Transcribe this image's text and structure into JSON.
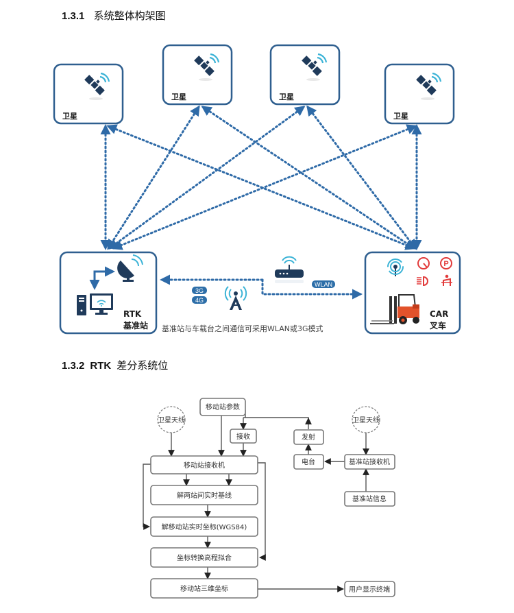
{
  "section1": {
    "number": "1.3.1",
    "title": "系统整体构架图",
    "satellites": [
      {
        "label": "卫星"
      },
      {
        "label": "卫星"
      },
      {
        "label": "卫星"
      },
      {
        "label": "卫星"
      }
    ],
    "base_station": {
      "line1": "RTK",
      "line2": "基准站"
    },
    "vehicle": {
      "line1": "CAR",
      "line2": "叉车"
    },
    "network_badges": [
      "3G",
      "4G"
    ],
    "wlan_badge": "WLAN",
    "caption": "基准站与车载台之间通信可采用WLAN或3G模式",
    "colors": {
      "accent": "#2d6ea8",
      "box_border": "#2f5f8f",
      "warning": "#e23b3b",
      "signal": "#3bb3d6"
    }
  },
  "section2": {
    "number": "1.3.2",
    "title_prefix": "RTK",
    "title": "差分系统位",
    "nodes": {
      "rover_antenna": "卫星天线",
      "rover_params": "移动站参数",
      "receive": "接收",
      "rover_receiver": "移动站接收机",
      "baseline": "解两站间实时基线",
      "rover_coords": "解移动站实时坐标(WGS84)",
      "coord_transform": "坐标转换高程拟合",
      "rover_3d": "移动站三维坐标",
      "transmit": "发射",
      "radio": "电台",
      "base_antenna": "卫星天线",
      "base_receiver": "基准站接收机",
      "base_info": "基准站信息",
      "user_terminal": "用户显示终端"
    }
  }
}
